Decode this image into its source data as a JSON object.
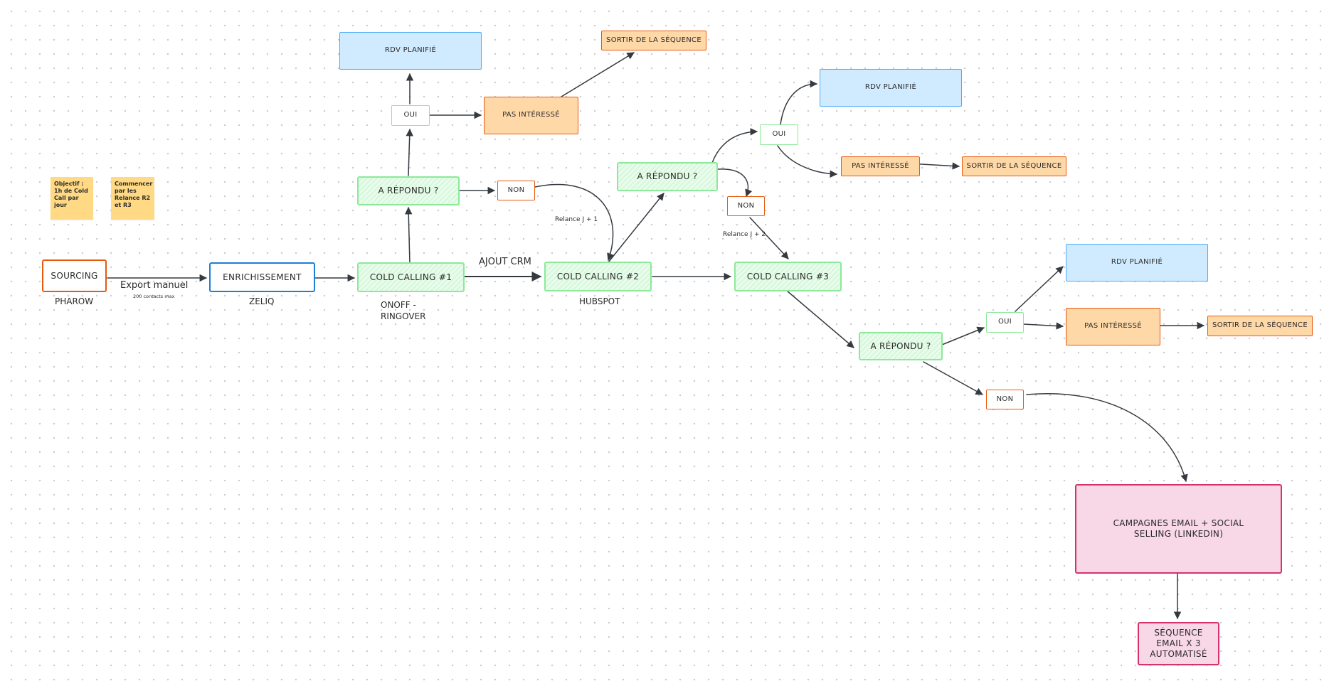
{
  "notes": {
    "objective": "Objectif : 1h de Cold Call par jour",
    "start": "Commencer par les Relance R2 et R3"
  },
  "pipeline": {
    "sourcing": "SOURCING",
    "sourcing_tool": "PHAROW",
    "export_label": "Export manuel",
    "export_note": "200 contacts max",
    "enrichment": "ENRICHISSEMENT",
    "enrichment_tool": "ZELIQ",
    "call1": "COLD CALLING #1",
    "call1_tool": "ONOFF -\nRINGOVER",
    "crm_label": "AJOUT CRM",
    "call2": "COLD CALLING #2",
    "call2_tool": "HUBSPOT",
    "call3": "COLD CALLING #3"
  },
  "branch1": {
    "question": "A RÉPONDU ?",
    "yes": "OUI",
    "no": "NON",
    "meeting": "RDV PLANIFIÉ",
    "not_interested": "PAS INTÉRESSÉ",
    "exit": "SORTIR DE LA SÉQUENCE",
    "followup": "Relance J + 1"
  },
  "branch2": {
    "question": "A RÉPONDU ?",
    "yes": "OUI",
    "no": "NON",
    "meeting": "RDV PLANIFIÉ",
    "not_interested": "PAS INTÉRESSÉ",
    "exit": "SORTIR DE LA SÉQUENCE",
    "followup": "Relance J + 2"
  },
  "branch3": {
    "question": "A RÉPONDU ?",
    "yes": "OUI",
    "no": "NON",
    "meeting": "RDV PLANIFIÉ",
    "not_interested": "PAS INTÉRESSÉ",
    "exit": "SORTIR DE LA SÉQUENCE"
  },
  "final": {
    "campaign": "CAMPAGNES EMAIL + SOCIAL SELLING (LINKEDIN)",
    "sequence": "SÉQUENCE EMAIL X 3 AUTOMATISÉ"
  },
  "colors": {
    "edge": "#343a40",
    "orange": "#e8590c",
    "blue": "#1c7ed6",
    "green": "#8ce99a",
    "pink": "#d6336c",
    "sticky": "#ffd983"
  }
}
